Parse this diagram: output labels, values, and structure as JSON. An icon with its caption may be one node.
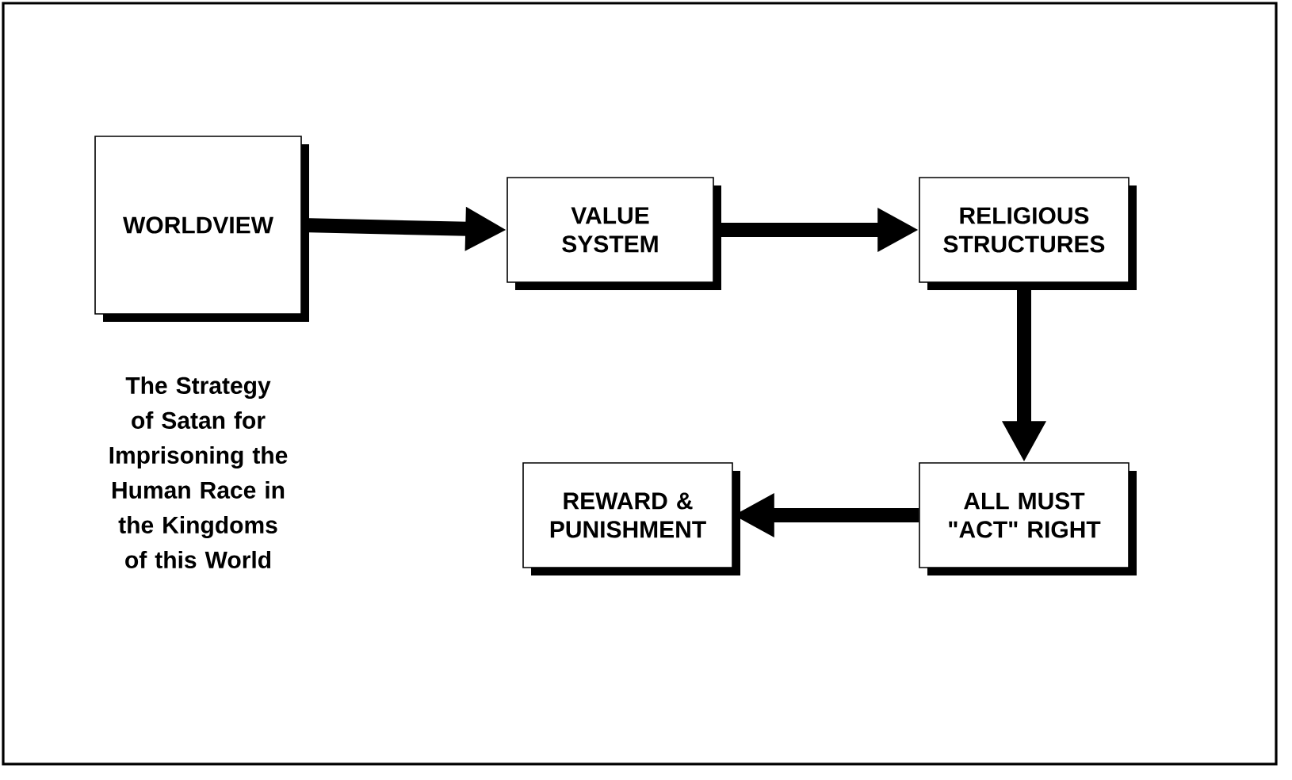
{
  "diagram": {
    "caption": "The Strategy of Satan for Imprisoning the Human Race in the Kingdoms of this World",
    "nodes": [
      {
        "text": [
          "WORLDVIEW"
        ]
      },
      {
        "text": [
          "VALUE SYSTEM"
        ]
      },
      {
        "text": [
          "RELIGIOUS STRUCTURES"
        ]
      },
      {
        "text": [
          "ALL MUST \"ACT\" RIGHT"
        ]
      },
      {
        "text": [
          "REWARD & PUNISHMENT"
        ]
      }
    ],
    "edges": [
      {
        "from": 0,
        "to": 1,
        "arrow": "to"
      },
      {
        "from": 1,
        "to": 2,
        "arrow": "to"
      },
      {
        "from": 2,
        "to": 3,
        "arrow": "to"
      },
      {
        "from": 3,
        "to": 4,
        "arrow": "to"
      }
    ]
  }
}
